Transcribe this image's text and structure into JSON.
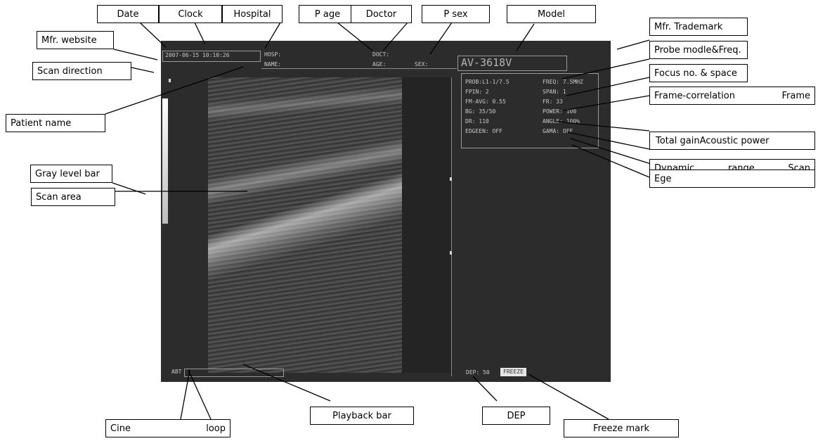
{
  "callouts": {
    "date": "Date",
    "clock": "Clock",
    "hospital": "Hospital",
    "p_age": "P age",
    "doctor": "Doctor",
    "p_sex": "P sex",
    "model": "Model",
    "mfr_website": "Mfr. website",
    "scan_direction": "Scan direction",
    "patient_name": "Patient name",
    "gray_level_bar": "Gray level bar",
    "scan_area": "Scan area",
    "mfr_trademark": "Mfr. Trademark",
    "probe_model_freq": "Probe modle&Freq.",
    "focus_no_space": "Focus no. & space",
    "frame_correlation": "Frame-correlation",
    "frame": "Frame",
    "total_gain": "Total gain",
    "acoustic_power": "Acoustic power",
    "dynamic_range": "Dynamic",
    "dynamic_range_2": "range",
    "scan": "Scan",
    "ege": "Ege",
    "cine": "Cine",
    "loop": "loop",
    "playback_bar": "Playback bar",
    "dep": "DEP",
    "freeze_mark": "Freeze mark"
  },
  "screen": {
    "datetime": "2007-06-15 10:10:26",
    "hosp": "HOSP:",
    "doct": "DOCT:",
    "name": "NAME:",
    "age": "AGE:",
    "sex": "SEX:",
    "model": "AV-3618V",
    "params_left": [
      "PROB:L1-1/7.5",
      "FPIN:      2",
      "FM-AVG:  0.55",
      "BG:    35/50",
      "DR:      110",
      "EDGEEN:   OFF"
    ],
    "params_right": [
      "FREQ: 7.5MHZ",
      "SPAN:      1",
      "FR:       33",
      "POWER:   100",
      "ANGLE:  100%",
      "GAMA:   OFF"
    ],
    "cine_label": "ABT",
    "dep": "DEP: 50",
    "freeze": "FREEZE"
  }
}
